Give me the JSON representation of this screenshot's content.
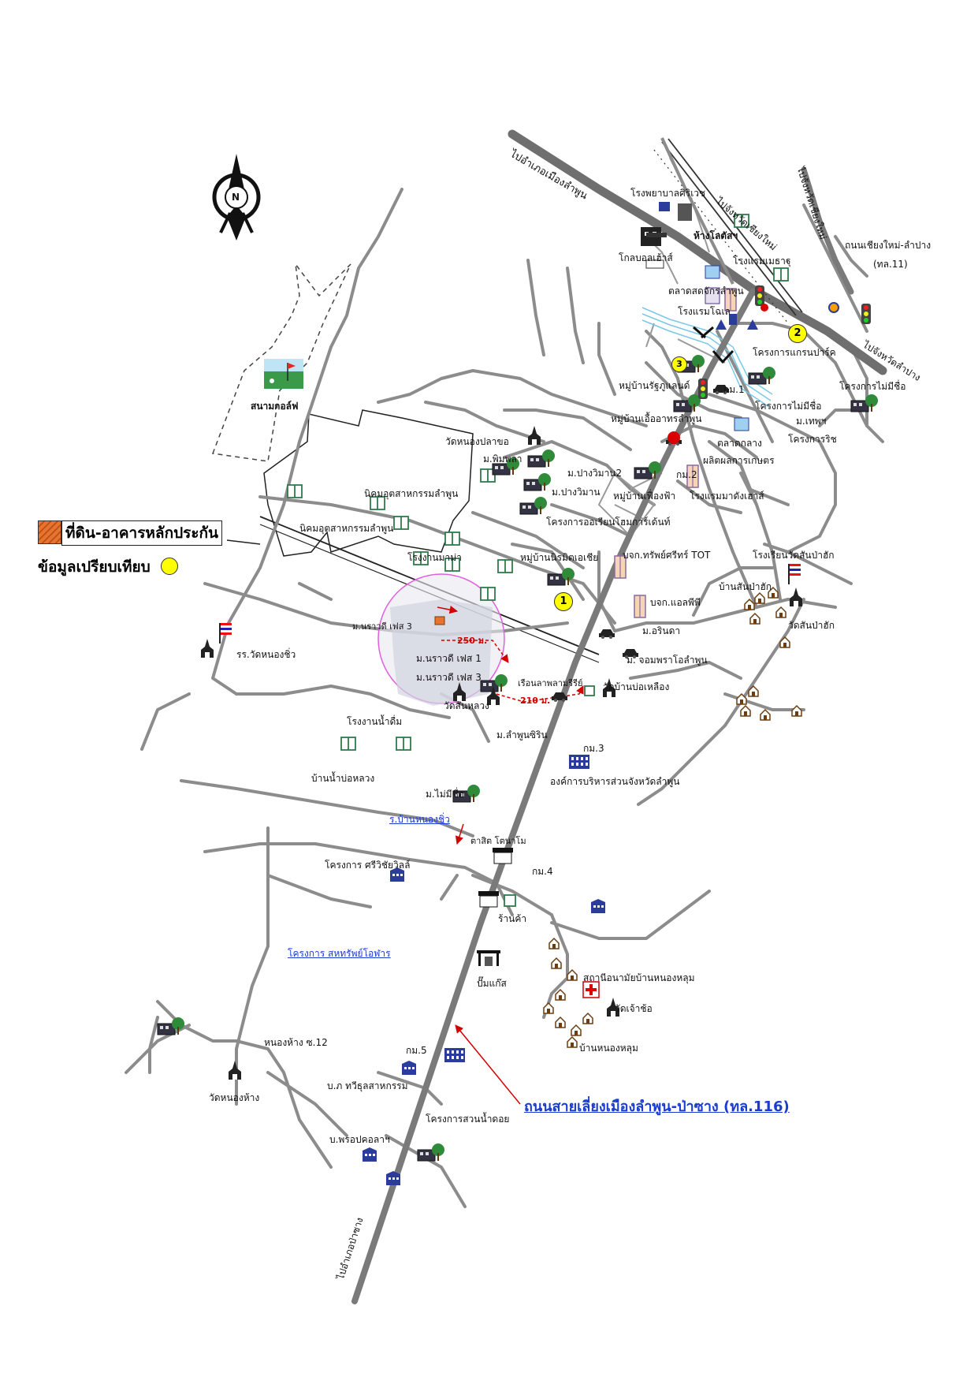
{
  "compass": {
    "label": "N"
  },
  "legend": {
    "collateral": "ที่ดิน-อาคารหลักประกัน",
    "comparable": "ข้อมูลเปรียบเทียบ"
  },
  "roads": {
    "to_mueang_lamphun": "ไปอำเภอเมืองลำพูน",
    "to_pa_sang": "ไปอำเภอป่าซาง",
    "chiangmai_lampang": "ถนนเชียงใหม่-ลำปาง",
    "route11": "(ทล.11)",
    "to_lamphun_city": "ไปจังหวัดลำปาง",
    "bypass": "ถนนสายเลี่ยงเมืองลำพูน-ป่าซาง (ทล.116)",
    "to_chiangmai": "ไปจังหวัดเชียงใหม่"
  },
  "distances": {
    "d250": "250 ม.",
    "d210": "210 ม."
  },
  "places": {
    "golf": "สนามกอล์ฟ",
    "hospital_sri": "โรงพยาบาลศิริเวช",
    "mall": "ห้างโลตัสฯ",
    "global_house": "โกลบอลเฮ้าส์",
    "hotel_ha": "โรงแรมเมธาฐุ",
    "market": "ตลาดสดจักรลำพูน",
    "hotel2": "โรงแรมโฉเล",
    "grand_park": "โครงการแกรนปาร์ค",
    "rasaland": "หมู่บ้านรัฐภูแลนด์",
    "mai_choe1": "โครงการไม่มีชื่อ",
    "mai_choe2": "โครงการไม่มีชื่อ",
    "khemsit": "หมู่บ้านเอื้ออาทรลำพูน",
    "kor_market": "ตลาดกลาง",
    "mor_aoc": "ม.เทพฯ",
    "k_richi": "โครงการริช",
    "wat_nong_pla_kho": "วัดหนองปลาขอ",
    "m_phim": "ม.พิมพลา",
    "m_pang_wiman2": "ม.ปางวิมาน2",
    "m_pang_wiman": "ม.ปางวิมาน",
    "kor_product": "ผลิตผลการเกษตร",
    "km2": "กม.2",
    "ban_phuang": "หมู่บ้านเฟื่องฟ้า",
    "hotel_raya": "โรงแรมมาดังเฮาส์",
    "kor_orientation": "โครงการออเรียนโฮมการ์เด้นท์",
    "industrial1": "นิคมอุตสาหกรรมลำพูน",
    "industrial2": "นิคมอุตสาหกรรมลำพูน",
    "ban_nirom": "หมู่บ้านนิรมิตเอเชีย",
    "tot": "บจก.ทรัพย์ศรีทร์ TOT",
    "school_sanpakak": "โรงเรียนวัดสันป่าฮัก",
    "factory_mama": "โรงงานมาม่า",
    "ban_sanpakak": "บ้านสันป่าฮัก",
    "apple": "บจก.แอลพีพี",
    "wat_sanpakak": "วัดสันป่าฮัก",
    "m_nara3_top": "ม.นราวดี เฟส 3",
    "m_arin": "ม.อรินดา",
    "m_jamjaroen": "ม. จอมพราโอลำพูน",
    "school_nong_chiu": "รร.วัดหนองชิ่ว",
    "m_nara1": "ม.นราวดี เฟส 1",
    "m_nara3": "ม.นราวดี เฟส 3",
    "shop_lamphun": "เรือนลาพลามรีรีย์",
    "wat_ban_na_bo": "วัดบ้านบ่อเหลือง",
    "wat_san_luang": "วัดสันหลวง",
    "m_lamphun_siri": "ม.ลำพูนซิริน",
    "water_factory": "โรงงานน้ำดื่ม",
    "km3": "กม.3",
    "obj_lamphun": "องค์การบริหารส่วนจังหวัดลำพูน",
    "ban_na_bo_luang": "บ้านน้ำบ่อหลวง",
    "m_mai_choe": "ม.ไม่มีชื่อ",
    "ban_nong_chiu": "ร.บ้านหนองชิ่ว",
    "dealer": "ตาสิต โตนาโม",
    "kor_sriwiwat": "โครงการ ศรีวิชัยวิลล์",
    "km4": "กม.4",
    "shop": "ร้านค้า",
    "kor_sahasap": "โครงการ สหทรัพย์โอฬาร",
    "gas": "ปั๊มแก๊ส",
    "health_center": "สถานีอนามัยบ้านหนองหลุม",
    "wat_chao_so": "วัดเจ้าช้อ",
    "ban_nong_lum": "บ้านหนองหลุม",
    "nong_ham": "หนองห้าง ซ.12",
    "km5": "กม.5",
    "wat_nong_ham": "วัดหนองห้าง",
    "bor_sahathip": "บ.ภ ทวีธุลสาหกรรม",
    "kor_suan_nam": "โครงการสวนน้ำดอย",
    "bor_porn": "บ.พรอปคอลาฯ",
    "km1": "กม.1"
  },
  "markers": [
    "1",
    "2",
    "3"
  ],
  "colors": {
    "major_road": "#8c8c8c",
    "minor_road": "#8c8c8c",
    "route11": "#6f6f6f",
    "railway": "#333333",
    "marker": "#ffff00",
    "collateral": "#e8732f",
    "circle": "#e060e0",
    "link": "#1a3ccf",
    "arrow": "#d40000"
  },
  "icons": [
    "compass-icon",
    "golf-icon",
    "factory-icon",
    "house-icon",
    "temple-icon",
    "school-flag-icon",
    "hospital-icon",
    "traffic-light-icon",
    "building-icon",
    "tree-village-icon",
    "gas-station-icon",
    "shop-icon",
    "office-icon",
    "bus-stop-icon"
  ]
}
